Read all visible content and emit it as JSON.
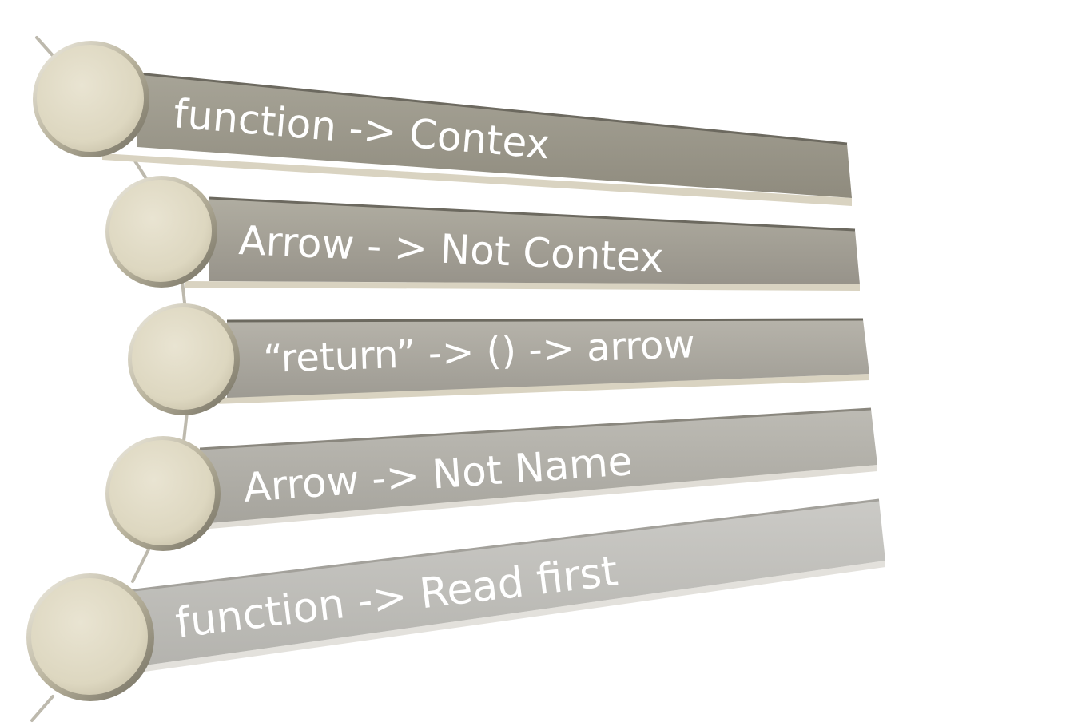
{
  "diagram": {
    "type": "curved-list",
    "colors": {
      "bar_dark": "#9a968a",
      "bar_light": "#c6c5c1",
      "circle_fill": "#e1dbc6",
      "circle_edge": "#a8a390",
      "connector": "#c9c5b8",
      "text": "#ffffff"
    },
    "items": [
      {
        "label": "function -> Contex"
      },
      {
        "label": "Arrow - > Not Contex"
      },
      {
        "label": "“return” -> () -> arrow"
      },
      {
        "label": "Arrow -> Not Name"
      },
      {
        "label": "function -> Read first"
      }
    ]
  }
}
